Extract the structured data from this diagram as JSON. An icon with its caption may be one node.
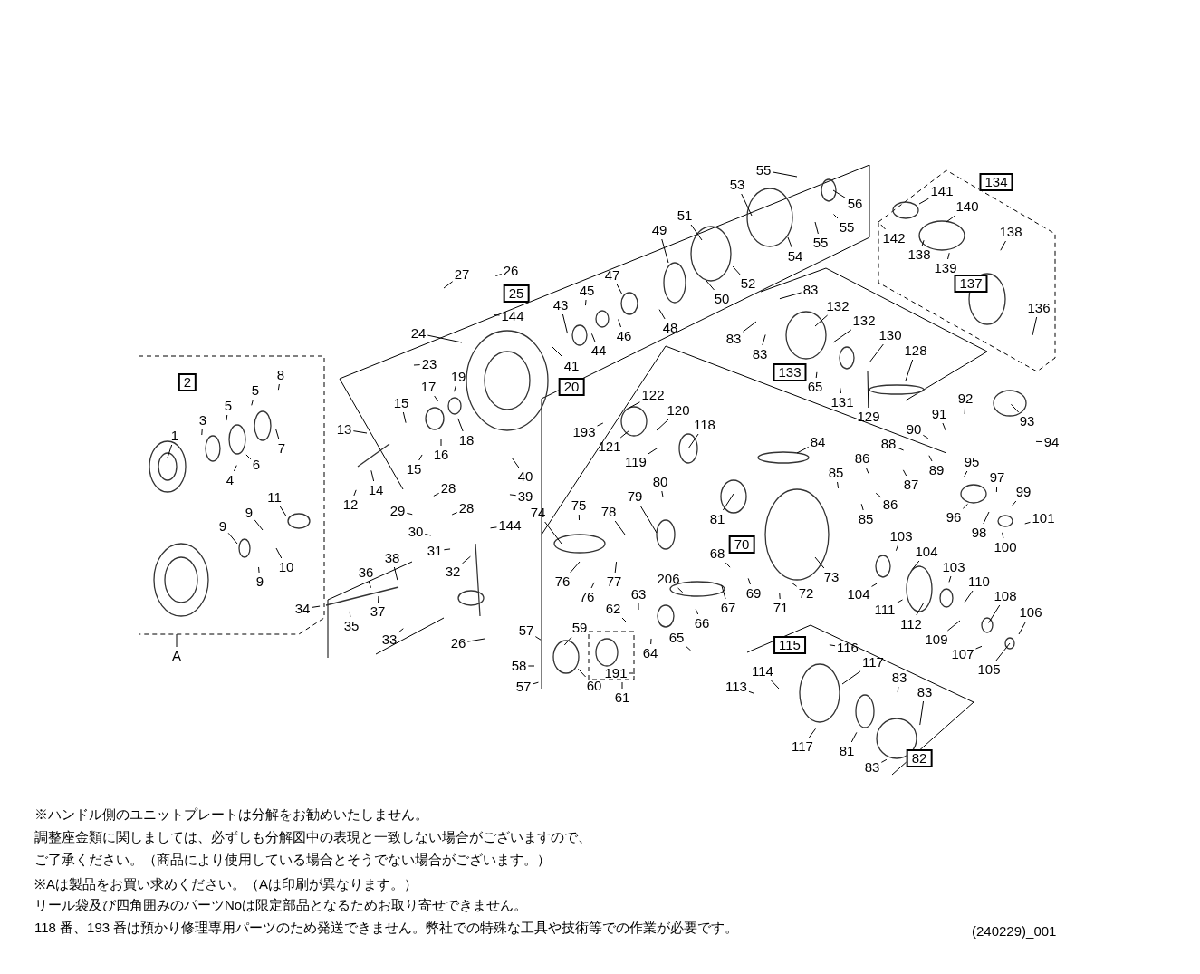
{
  "diagram": {
    "nodes": [
      {
        "text": [
          "2"
        ]
      },
      {
        "text": [
          "1"
        ]
      },
      {
        "text": [
          "3"
        ]
      },
      {
        "text": [
          "4"
        ]
      },
      {
        "text": [
          "5"
        ]
      },
      {
        "text": [
          "5"
        ]
      },
      {
        "text": [
          "6"
        ]
      },
      {
        "text": [
          "7"
        ]
      },
      {
        "text": [
          "8"
        ]
      },
      {
        "text": [
          "9"
        ]
      },
      {
        "text": [
          "9"
        ]
      },
      {
        "text": [
          "9"
        ]
      },
      {
        "text": [
          "10"
        ]
      },
      {
        "text": [
          "11"
        ]
      },
      {
        "text": [
          "A"
        ]
      },
      {
        "text": [
          "13"
        ]
      },
      {
        "text": [
          "12"
        ]
      },
      {
        "text": [
          "14"
        ]
      },
      {
        "text": [
          "15"
        ]
      },
      {
        "text": [
          "15"
        ]
      },
      {
        "text": [
          "16"
        ]
      },
      {
        "text": [
          "17"
        ]
      },
      {
        "text": [
          "18"
        ]
      },
      {
        "text": [
          "19"
        ]
      },
      {
        "text": [
          "20"
        ]
      },
      {
        "text": [
          "24"
        ]
      },
      {
        "text": [
          "23"
        ]
      },
      {
        "text": [
          "25"
        ]
      },
      {
        "text": [
          "26"
        ]
      },
      {
        "text": [
          "27"
        ]
      },
      {
        "text": [
          "144"
        ]
      },
      {
        "text": [
          "41"
        ]
      },
      {
        "text": [
          "43"
        ]
      },
      {
        "text": [
          "44"
        ]
      },
      {
        "text": [
          "45"
        ]
      },
      {
        "text": [
          "46"
        ]
      },
      {
        "text": [
          "47"
        ]
      },
      {
        "text": [
          "48"
        ]
      },
      {
        "text": [
          "49"
        ]
      },
      {
        "text": [
          "50"
        ]
      },
      {
        "text": [
          "51"
        ]
      },
      {
        "text": [
          "52"
        ]
      },
      {
        "text": [
          "53"
        ]
      },
      {
        "text": [
          "54"
        ]
      },
      {
        "text": [
          "55"
        ]
      },
      {
        "text": [
          "55"
        ]
      },
      {
        "text": [
          "55"
        ]
      },
      {
        "text": [
          "56"
        ]
      },
      {
        "text": [
          "40"
        ]
      },
      {
        "text": [
          "39"
        ]
      },
      {
        "text": [
          "28"
        ]
      },
      {
        "text": [
          "28"
        ]
      },
      {
        "text": [
          "29"
        ]
      },
      {
        "text": [
          "30"
        ]
      },
      {
        "text": [
          "31"
        ]
      },
      {
        "text": [
          "32"
        ]
      },
      {
        "text": [
          "144"
        ]
      },
      {
        "text": [
          "26"
        ]
      },
      {
        "text": [
          "33"
        ]
      },
      {
        "text": [
          "34"
        ]
      },
      {
        "text": [
          "35"
        ]
      },
      {
        "text": [
          "36"
        ]
      },
      {
        "text": [
          "37"
        ]
      },
      {
        "text": [
          "38"
        ]
      },
      {
        "text": [
          "134"
        ]
      },
      {
        "text": [
          "141"
        ]
      },
      {
        "text": [
          "140"
        ]
      },
      {
        "text": [
          "142"
        ]
      },
      {
        "text": [
          "138"
        ]
      },
      {
        "text": [
          "138"
        ]
      },
      {
        "text": [
          "139"
        ]
      },
      {
        "text": [
          "137"
        ]
      },
      {
        "text": [
          "136"
        ]
      },
      {
        "text": [
          "93"
        ]
      },
      {
        "text": [
          "94"
        ]
      },
      {
        "text": [
          "83"
        ]
      },
      {
        "text": [
          "132"
        ]
      },
      {
        "text": [
          "132"
        ]
      },
      {
        "text": [
          "83"
        ]
      },
      {
        "text": [
          "83"
        ]
      },
      {
        "text": [
          "133"
        ]
      },
      {
        "text": [
          "65"
        ]
      },
      {
        "text": [
          "131"
        ]
      },
      {
        "text": [
          "130"
        ]
      },
      {
        "text": [
          "129"
        ]
      },
      {
        "text": [
          "128"
        ]
      },
      {
        "text": [
          "122"
        ]
      },
      {
        "text": [
          "120"
        ]
      },
      {
        "text": [
          "193"
        ]
      },
      {
        "text": [
          "121"
        ]
      },
      {
        "text": [
          "118"
        ]
      },
      {
        "text": [
          "119"
        ]
      },
      {
        "text": [
          "84"
        ]
      },
      {
        "text": [
          "85"
        ]
      },
      {
        "text": [
          "86"
        ]
      },
      {
        "text": [
          "86"
        ]
      },
      {
        "text": [
          "85"
        ]
      },
      {
        "text": [
          "87"
        ]
      },
      {
        "text": [
          "88"
        ]
      },
      {
        "text": [
          "89"
        ]
      },
      {
        "text": [
          "90"
        ]
      },
      {
        "text": [
          "91"
        ]
      },
      {
        "text": [
          "92"
        ]
      },
      {
        "text": [
          "95"
        ]
      },
      {
        "text": [
          "96"
        ]
      },
      {
        "text": [
          "97"
        ]
      },
      {
        "text": [
          "98"
        ]
      },
      {
        "text": [
          "99"
        ]
      },
      {
        "text": [
          "100"
        ]
      },
      {
        "text": [
          "101"
        ]
      },
      {
        "text": [
          "80"
        ]
      },
      {
        "text": [
          "79"
        ]
      },
      {
        "text": [
          "81"
        ]
      },
      {
        "text": [
          "75"
        ]
      },
      {
        "text": [
          "74"
        ]
      },
      {
        "text": [
          "78"
        ]
      },
      {
        "text": [
          "76"
        ]
      },
      {
        "text": [
          "76"
        ]
      },
      {
        "text": [
          "77"
        ]
      },
      {
        "text": [
          "70"
        ]
      },
      {
        "text": [
          "68"
        ]
      },
      {
        "text": [
          "69"
        ]
      },
      {
        "text": [
          "71"
        ]
      },
      {
        "text": [
          "72"
        ]
      },
      {
        "text": [
          "73"
        ]
      },
      {
        "text": [
          "103"
        ]
      },
      {
        "text": [
          "104"
        ]
      },
      {
        "text": [
          "104"
        ]
      },
      {
        "text": [
          "103"
        ]
      },
      {
        "text": [
          "111"
        ]
      },
      {
        "text": [
          "112"
        ]
      },
      {
        "text": [
          "110"
        ]
      },
      {
        "text": [
          "109"
        ]
      },
      {
        "text": [
          "108"
        ]
      },
      {
        "text": [
          "107"
        ]
      },
      {
        "text": [
          "106"
        ]
      },
      {
        "text": [
          "105"
        ]
      },
      {
        "text": [
          "206"
        ]
      },
      {
        "text": [
          "67"
        ]
      },
      {
        "text": [
          "66"
        ]
      },
      {
        "text": [
          "63"
        ]
      },
      {
        "text": [
          "62"
        ]
      },
      {
        "text": [
          "65"
        ]
      },
      {
        "text": [
          "64"
        ]
      },
      {
        "text": [
          "57"
        ]
      },
      {
        "text": [
          "59"
        ]
      },
      {
        "text": [
          "58"
        ]
      },
      {
        "text": [
          "57"
        ]
      },
      {
        "text": [
          "60"
        ]
      },
      {
        "text": [
          "191"
        ]
      },
      {
        "text": [
          "61"
        ]
      },
      {
        "text": [
          "115"
        ]
      },
      {
        "text": [
          "116"
        ]
      },
      {
        "text": [
          "114"
        ]
      },
      {
        "text": [
          "117"
        ]
      },
      {
        "text": [
          "113"
        ]
      },
      {
        "text": [
          "83"
        ]
      },
      {
        "text": [
          "83"
        ]
      },
      {
        "text": [
          "81"
        ]
      },
      {
        "text": [
          "117"
        ]
      },
      {
        "text": [
          "82"
        ]
      },
      {
        "text": [
          "83"
        ]
      }
    ],
    "edges": [
      {
        "from": 1,
        "to": null,
        "arrow": "none"
      },
      {
        "from": 2,
        "to": null,
        "arrow": "none"
      },
      {
        "from": 3,
        "to": null,
        "arrow": "none"
      },
      {
        "from": 4,
        "to": null,
        "arrow": "none"
      },
      {
        "from": 5,
        "to": null,
        "arrow": "none"
      },
      {
        "from": 6,
        "to": null,
        "arrow": "none"
      },
      {
        "from": 7,
        "to": null,
        "arrow": "none"
      },
      {
        "from": 8,
        "to": null,
        "arrow": "none"
      },
      {
        "from": 9,
        "to": null,
        "arrow": "none"
      },
      {
        "from": 10,
        "to": null,
        "arrow": "none"
      },
      {
        "from": 11,
        "to": null,
        "arrow": "none"
      },
      {
        "from": 12,
        "to": null,
        "arrow": "none"
      },
      {
        "from": 13,
        "to": null,
        "arrow": "none"
      },
      {
        "from": 14,
        "to": null,
        "arrow": "none"
      },
      {
        "from": 15,
        "to": null,
        "arrow": "none"
      },
      {
        "from": 16,
        "to": null,
        "arrow": "none"
      },
      {
        "from": 17,
        "to": null,
        "arrow": "none"
      },
      {
        "from": 18,
        "to": null,
        "arrow": "none"
      },
      {
        "from": 19,
        "to": null,
        "arrow": "none"
      },
      {
        "from": 20,
        "to": null,
        "arrow": "none"
      },
      {
        "from": 21,
        "to": null,
        "arrow": "none"
      },
      {
        "from": 22,
        "to": null,
        "arrow": "none"
      },
      {
        "from": 23,
        "to": null,
        "arrow": "none"
      },
      {
        "from": 25,
        "to": null,
        "arrow": "none"
      },
      {
        "from": 26,
        "to": null,
        "arrow": "none"
      },
      {
        "from": 28,
        "to": null,
        "arrow": "none"
      },
      {
        "from": 29,
        "to": null,
        "arrow": "none"
      },
      {
        "from": 30,
        "to": null,
        "arrow": "none"
      },
      {
        "from": 31,
        "to": null,
        "arrow": "none"
      },
      {
        "from": 32,
        "to": null,
        "arrow": "none"
      },
      {
        "from": 33,
        "to": null,
        "arrow": "none"
      },
      {
        "from": 34,
        "to": null,
        "arrow": "none"
      },
      {
        "from": 35,
        "to": null,
        "arrow": "none"
      },
      {
        "from": 36,
        "to": null,
        "arrow": "none"
      },
      {
        "from": 37,
        "to": null,
        "arrow": "none"
      },
      {
        "from": 38,
        "to": null,
        "arrow": "none"
      },
      {
        "from": 39,
        "to": null,
        "arrow": "none"
      },
      {
        "from": 40,
        "to": null,
        "arrow": "none"
      },
      {
        "from": 41,
        "to": null,
        "arrow": "none"
      },
      {
        "from": 42,
        "to": null,
        "arrow": "none"
      },
      {
        "from": 43,
        "to": null,
        "arrow": "none"
      },
      {
        "from": 44,
        "to": null,
        "arrow": "none"
      },
      {
        "from": 45,
        "to": null,
        "arrow": "none"
      },
      {
        "from": 46,
        "to": null,
        "arrow": "none"
      },
      {
        "from": 47,
        "to": null,
        "arrow": "none"
      },
      {
        "from": 48,
        "to": null,
        "arrow": "none"
      },
      {
        "from": 49,
        "to": null,
        "arrow": "none"
      },
      {
        "from": 50,
        "to": null,
        "arrow": "none"
      },
      {
        "from": 51,
        "to": null,
        "arrow": "none"
      },
      {
        "from": 52,
        "to": null,
        "arrow": "none"
      },
      {
        "from": 53,
        "to": null,
        "arrow": "none"
      },
      {
        "from": 54,
        "to": null,
        "arrow": "none"
      },
      {
        "from": 55,
        "to": null,
        "arrow": "none"
      },
      {
        "from": 56,
        "to": null,
        "arrow": "none"
      },
      {
        "from": 57,
        "to": null,
        "arrow": "none"
      },
      {
        "from": 58,
        "to": null,
        "arrow": "none"
      },
      {
        "from": 59,
        "to": null,
        "arrow": "none"
      },
      {
        "from": 60,
        "to": null,
        "arrow": "none"
      },
      {
        "from": 61,
        "to": null,
        "arrow": "none"
      },
      {
        "from": 62,
        "to": null,
        "arrow": "none"
      },
      {
        "from": 63,
        "to": null,
        "arrow": "none"
      },
      {
        "from": 65,
        "to": null,
        "arrow": "none"
      },
      {
        "from": 66,
        "to": null,
        "arrow": "none"
      },
      {
        "from": 67,
        "to": null,
        "arrow": "none"
      },
      {
        "from": 68,
        "to": null,
        "arrow": "none"
      },
      {
        "from": 69,
        "to": null,
        "arrow": "none"
      },
      {
        "from": 70,
        "to": null,
        "arrow": "none"
      },
      {
        "from": 72,
        "to": null,
        "arrow": "none"
      },
      {
        "from": 73,
        "to": null,
        "arrow": "none"
      },
      {
        "from": 74,
        "to": null,
        "arrow": "none"
      },
      {
        "from": 75,
        "to": null,
        "arrow": "none"
      },
      {
        "from": 76,
        "to": null,
        "arrow": "none"
      },
      {
        "from": 77,
        "to": null,
        "arrow": "none"
      },
      {
        "from": 78,
        "to": null,
        "arrow": "none"
      },
      {
        "from": 79,
        "to": null,
        "arrow": "none"
      },
      {
        "from": 81,
        "to": null,
        "arrow": "none"
      },
      {
        "from": 82,
        "to": null,
        "arrow": "none"
      },
      {
        "from": 83,
        "to": null,
        "arrow": "none"
      },
      {
        "from": 84,
        "to": null,
        "arrow": "none"
      },
      {
        "from": 85,
        "to": null,
        "arrow": "none"
      },
      {
        "from": 86,
        "to": null,
        "arrow": "none"
      },
      {
        "from": 87,
        "to": null,
        "arrow": "none"
      },
      {
        "from": 88,
        "to": null,
        "arrow": "none"
      },
      {
        "from": 89,
        "to": null,
        "arrow": "none"
      },
      {
        "from": 90,
        "to": null,
        "arrow": "none"
      },
      {
        "from": 91,
        "to": null,
        "arrow": "none"
      },
      {
        "from": 92,
        "to": null,
        "arrow": "none"
      },
      {
        "from": 93,
        "to": null,
        "arrow": "none"
      },
      {
        "from": 94,
        "to": null,
        "arrow": "none"
      },
      {
        "from": 95,
        "to": null,
        "arrow": "none"
      },
      {
        "from": 96,
        "to": null,
        "arrow": "none"
      },
      {
        "from": 97,
        "to": null,
        "arrow": "none"
      },
      {
        "from": 98,
        "to": null,
        "arrow": "none"
      },
      {
        "from": 99,
        "to": null,
        "arrow": "none"
      },
      {
        "from": 100,
        "to": null,
        "arrow": "none"
      },
      {
        "from": 101,
        "to": null,
        "arrow": "none"
      },
      {
        "from": 102,
        "to": null,
        "arrow": "none"
      },
      {
        "from": 103,
        "to": null,
        "arrow": "none"
      },
      {
        "from": 104,
        "to": null,
        "arrow": "none"
      },
      {
        "from": 105,
        "to": null,
        "arrow": "none"
      },
      {
        "from": 106,
        "to": null,
        "arrow": "none"
      },
      {
        "from": 107,
        "to": null,
        "arrow": "none"
      },
      {
        "from": 108,
        "to": null,
        "arrow": "none"
      },
      {
        "from": 109,
        "to": null,
        "arrow": "none"
      },
      {
        "from": 110,
        "to": null,
        "arrow": "none"
      },
      {
        "from": 111,
        "to": null,
        "arrow": "none"
      },
      {
        "from": 112,
        "to": null,
        "arrow": "none"
      },
      {
        "from": 113,
        "to": null,
        "arrow": "none"
      },
      {
        "from": 114,
        "to": null,
        "arrow": "none"
      },
      {
        "from": 115,
        "to": null,
        "arrow": "none"
      },
      {
        "from": 116,
        "to": null,
        "arrow": "none"
      },
      {
        "from": 117,
        "to": null,
        "arrow": "none"
      },
      {
        "from": 118,
        "to": null,
        "arrow": "none"
      },
      {
        "from": 120,
        "to": null,
        "arrow": "none"
      },
      {
        "from": 121,
        "to": null,
        "arrow": "none"
      },
      {
        "from": 122,
        "to": null,
        "arrow": "none"
      },
      {
        "from": 123,
        "to": null,
        "arrow": "none"
      },
      {
        "from": 124,
        "to": null,
        "arrow": "none"
      },
      {
        "from": 125,
        "to": null,
        "arrow": "none"
      },
      {
        "from": 126,
        "to": null,
        "arrow": "none"
      },
      {
        "from": 127,
        "to": null,
        "arrow": "none"
      },
      {
        "from": 128,
        "to": null,
        "arrow": "none"
      },
      {
        "from": 129,
        "to": null,
        "arrow": "none"
      },
      {
        "from": 130,
        "to": null,
        "arrow": "none"
      },
      {
        "from": 131,
        "to": null,
        "arrow": "none"
      },
      {
        "from": 132,
        "to": null,
        "arrow": "none"
      },
      {
        "from": 133,
        "to": null,
        "arrow": "none"
      },
      {
        "from": 134,
        "to": null,
        "arrow": "none"
      },
      {
        "from": 135,
        "to": null,
        "arrow": "none"
      },
      {
        "from": 136,
        "to": null,
        "arrow": "none"
      },
      {
        "from": 137,
        "to": null,
        "arrow": "none"
      },
      {
        "from": 138,
        "to": null,
        "arrow": "none"
      },
      {
        "from": 139,
        "to": null,
        "arrow": "none"
      },
      {
        "from": 140,
        "to": null,
        "arrow": "none"
      },
      {
        "from": 141,
        "to": null,
        "arrow": "none"
      },
      {
        "from": 142,
        "to": null,
        "arrow": "none"
      },
      {
        "from": 143,
        "to": null,
        "arrow": "none"
      },
      {
        "from": 144,
        "to": null,
        "arrow": "none"
      },
      {
        "from": 145,
        "to": null,
        "arrow": "none"
      },
      {
        "from": 146,
        "to": null,
        "arrow": "none"
      },
      {
        "from": 147,
        "to": null,
        "arrow": "none"
      },
      {
        "from": 148,
        "to": null,
        "arrow": "none"
      },
      {
        "from": 149,
        "to": null,
        "arrow": "none"
      },
      {
        "from": 150,
        "to": null,
        "arrow": "none"
      },
      {
        "from": 152,
        "to": null,
        "arrow": "none"
      },
      {
        "from": 153,
        "to": null,
        "arrow": "none"
      },
      {
        "from": 154,
        "to": null,
        "arrow": "none"
      },
      {
        "from": 155,
        "to": null,
        "arrow": "none"
      },
      {
        "from": 156,
        "to": null,
        "arrow": "none"
      },
      {
        "from": 157,
        "to": null,
        "arrow": "none"
      },
      {
        "from": 158,
        "to": null,
        "arrow": "none"
      },
      {
        "from": 159,
        "to": null,
        "arrow": "none"
      },
      {
        "from": 161,
        "to": null,
        "arrow": "none"
      }
    ],
    "labels": [
      "※ハンドル側のユニットプレートは分解をお勧めいたしません。",
      "調整座金類に関しましては、必ずしも分解図中の表現と一致しない場合がございますので、",
      "ご了承ください。（商品により使用している場合とそうでない場合がございます。）",
      "※Aは製品をお買い求めください。（Aは印刷が異なります。）",
      "リール袋及び四角囲みのパーツNoは限定部品となるためお取り寄せできません。",
      "118 番、193 番は預かり修理専用パーツのため発送できません。弊社での特殊な工具や技術等での作業が必要です。",
      "(240229)_001"
    ]
  }
}
